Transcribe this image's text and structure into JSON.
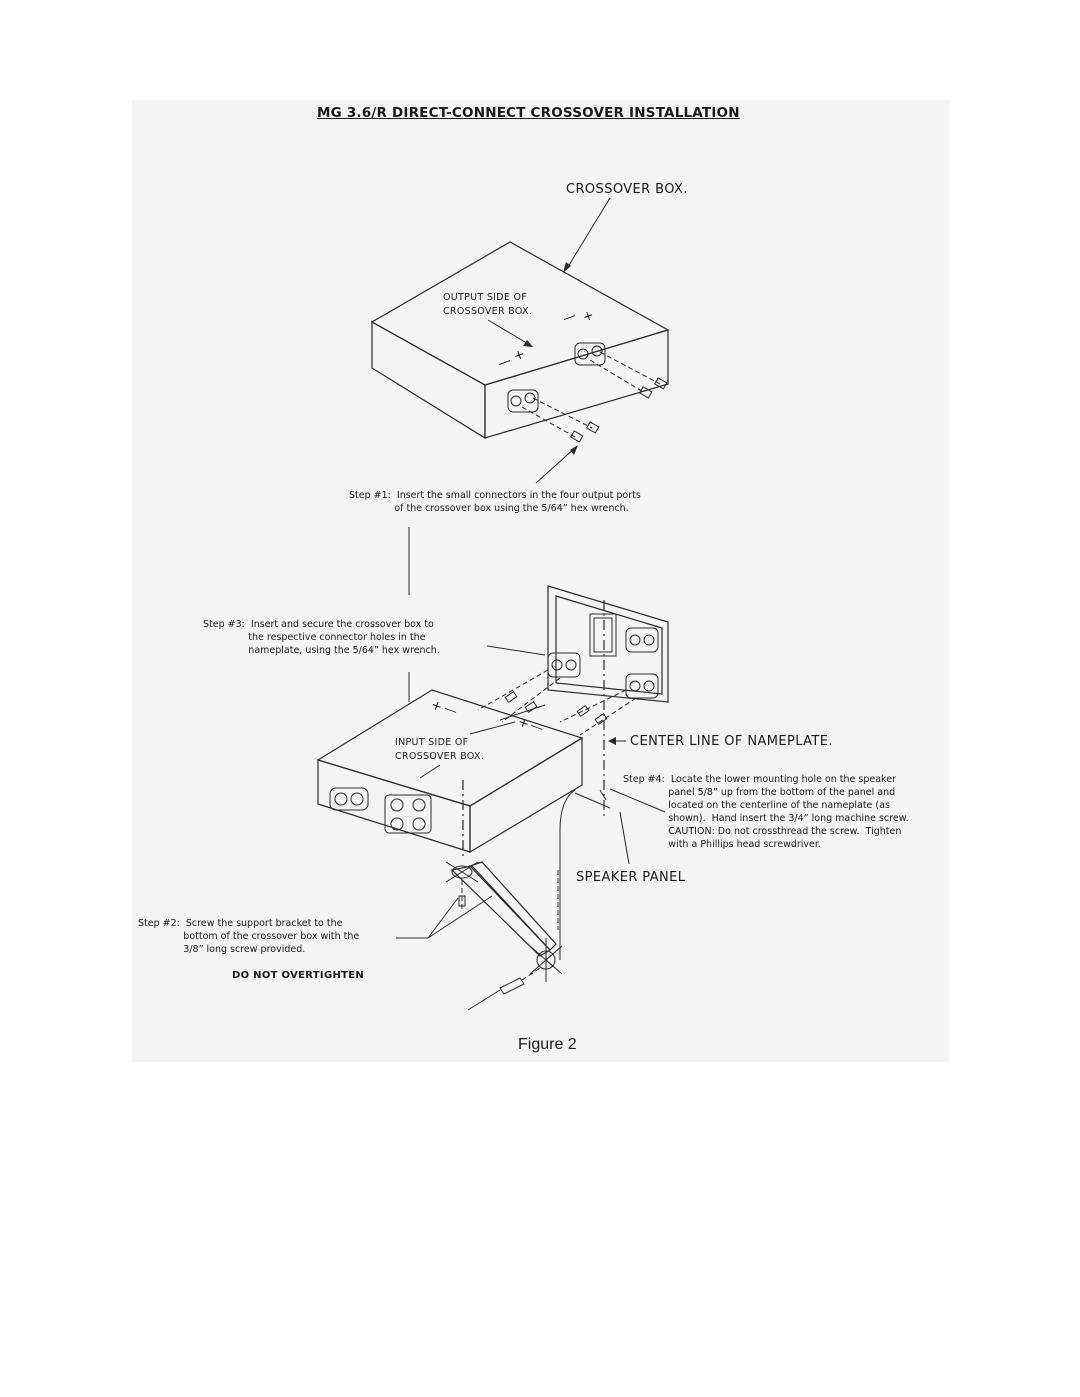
{
  "title": "MG 3.6/R DIRECT-CONNECT CROSSOVER INSTALLATION",
  "labels": {
    "crossover_box": "CROSSOVER BOX.",
    "output_side_line1": "OUTPUT SIDE OF",
    "output_side_line2": "CROSSOVER BOX.",
    "input_side_line1": "INPUT SIDE OF",
    "input_side_line2": "CROSSOVER BOX.",
    "center_line": "CENTER LINE OF NAMEPLATE.",
    "speaker_panel": "SPEAKER PANEL"
  },
  "steps": {
    "step1": "Step #1:  Insert the small connectors in the four output ports\n               of the crossover box using the 5/64” hex wrench.",
    "step2": "Step #2:  Screw the support bracket to the\n               bottom of the crossover box with the\n               3/8” long screw provided.",
    "step3": "Step #3:  Insert and secure the crossover box to\n               the respective connector holes in the\n               nameplate, using the 5/64” hex wrench.",
    "step4": "Step #4:  Locate the lower mounting hole on the speaker\n               panel 5/8” up from the bottom of the panel and\n               located on the centerline of the nameplate (as\n               shown).  Hand insert the 3/4” long machine screw.\n               CAUTION: Do not crossthread the screw.  Tighten\n               with a Phillips head screwdriver."
  },
  "warning": "DO NOT OVERTIGHTEN",
  "polarity": {
    "minus": "—",
    "plus": "+"
  },
  "figure_caption": "Figure 2"
}
